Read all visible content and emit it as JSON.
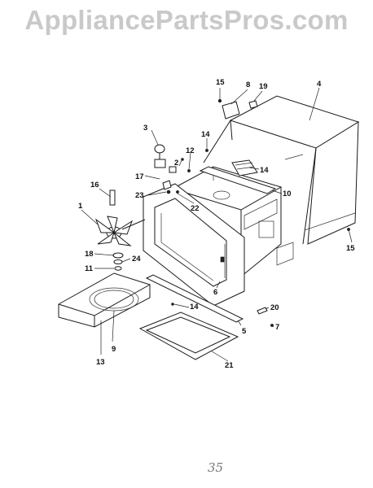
{
  "watermark": {
    "text": "AppliancePartsPros.com"
  },
  "page_mark": "35",
  "callouts": [
    "1",
    "2",
    "3",
    "4",
    "5",
    "6",
    "7",
    "8",
    "9",
    "10",
    "11",
    "12",
    "13",
    "14",
    "14",
    "14",
    "15",
    "15",
    "16",
    "17",
    "18",
    "19",
    "20",
    "21",
    "22",
    "23",
    "24"
  ]
}
